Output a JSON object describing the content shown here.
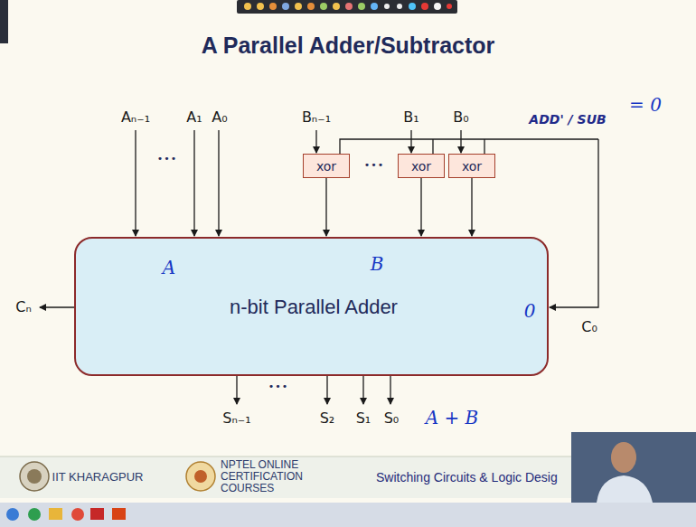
{
  "diagram": {
    "title": "A Parallel Adder/Subtractor",
    "nodes": [
      {
        "text": [
          "xor"
        ]
      },
      {
        "text": [
          "xor"
        ]
      },
      {
        "text": [
          "xor"
        ]
      },
      {
        "text": [
          "n-bit Parallel Adder",
          "A",
          "B",
          "0"
        ]
      }
    ],
    "edges": [
      {
        "from": 0,
        "to": 3,
        "arrow": "to"
      },
      {
        "from": 1,
        "to": 3,
        "arrow": "to"
      },
      {
        "from": 2,
        "to": 3,
        "arrow": "to"
      }
    ],
    "labels": [
      "Aₙ₋₁",
      "•••",
      "A₁",
      "A₀",
      "Bₙ₋₁",
      "•••",
      "B₁",
      "B₀",
      "ADD' / SUB",
      "= 0",
      "Cₙ",
      "C₀",
      "Sₙ₋₁",
      "•••",
      "S₂",
      "S₁",
      "S₀",
      "A + B",
      "IIT KHARAGPUR",
      "NPTEL ONLINE CERTIFICATION COURSES",
      "Switching Circuits & Logic Desig"
    ]
  }
}
